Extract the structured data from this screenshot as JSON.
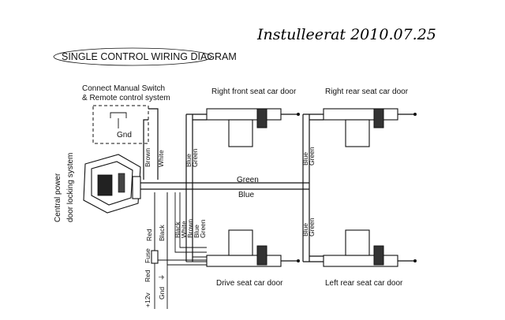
{
  "annotation": "Instulleerat  2010.07.25",
  "title": "SINGLE CONTROL WIRING DIAGRAM",
  "switch_label_line1": "Connect Manual Switch",
  "switch_label_line2": "& Remote control system",
  "switch_gnd": "Gnd",
  "controller_label_line1": "Central power",
  "controller_label_line2": "door locking system",
  "doors": {
    "right_front": "Right front seat car door",
    "right_rear": "Right rear seat car door",
    "drive": "Drive seat car door",
    "left_rear": "Left rear seat car door"
  },
  "wires": {
    "brown": "Brown",
    "white": "White",
    "green": "Green",
    "blue": "Blue",
    "black": "Black",
    "red": "Red",
    "fuse": "Fuse",
    "plus12v": "+12v",
    "gnd": "Gnd",
    "gnd_symbol": "⏚"
  }
}
